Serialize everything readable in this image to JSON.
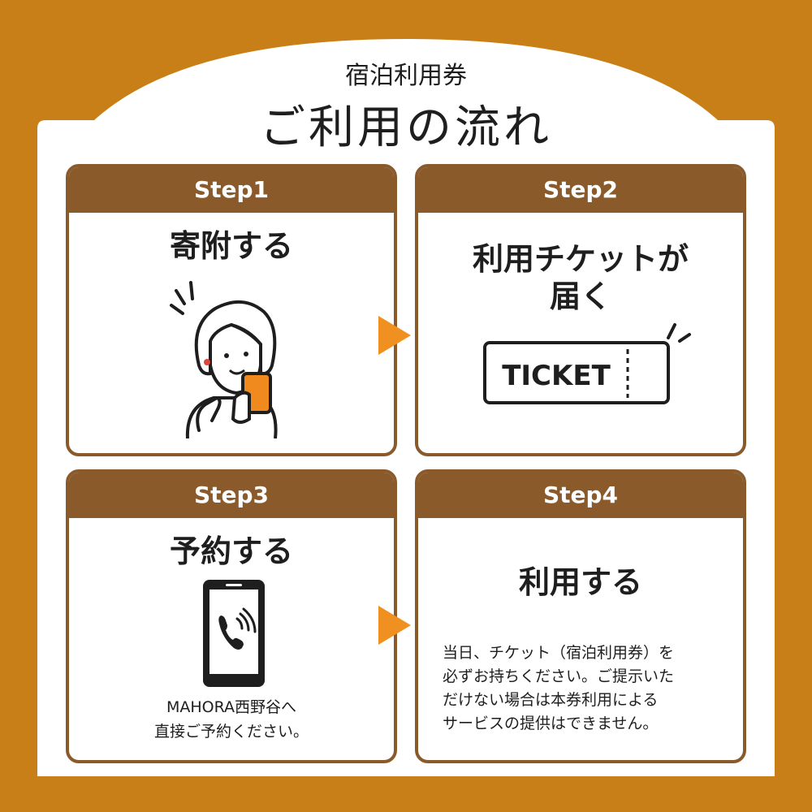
{
  "header": {
    "subtitle": "宿泊利用券",
    "title": "ご利用の流れ"
  },
  "steps": [
    {
      "label": "Step1",
      "title": "寄附する",
      "illustration": "woman-with-phone-icon"
    },
    {
      "label": "Step2",
      "title_line1": "利用チケットが",
      "title_line2": "届く",
      "ticket_text": "TICKET",
      "illustration": "ticket-icon"
    },
    {
      "label": "Step3",
      "title": "予約する",
      "illustration": "smartphone-call-icon",
      "text_line1": "MAHORA西野谷へ",
      "text_line2": "直接ご予約ください。"
    },
    {
      "label": "Step4",
      "title": "利用する",
      "text_lines": [
        "当日、チケット（宿泊利用券）を",
        "必ずお持ちください。ご提示いた",
        "だけない場合は本券利用による",
        "サービスの提供はできません。"
      ]
    }
  ],
  "colors": {
    "background": "#c97f17",
    "card_header": "#8a5a2b",
    "arrow": "#ef9021",
    "phone_orange": "#f08a1e"
  }
}
